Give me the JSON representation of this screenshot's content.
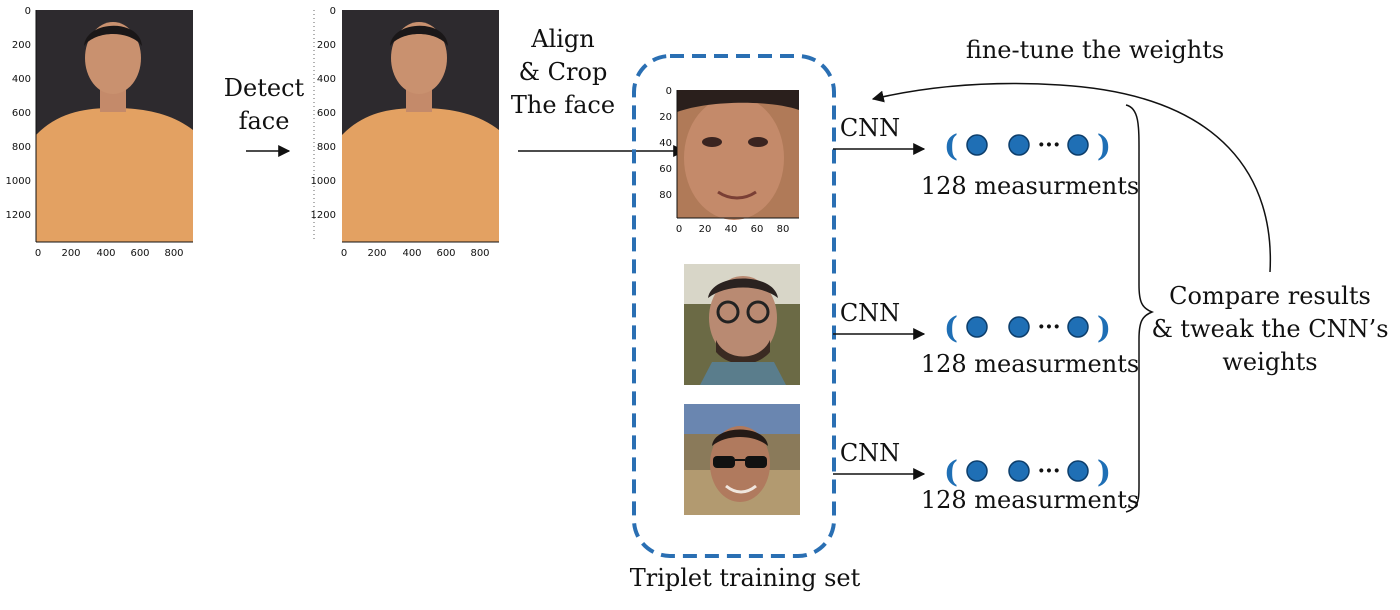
{
  "steps": {
    "detect_label_line1": "Detect",
    "detect_label_line2": "face",
    "align_label_line1": "Align",
    "align_label_line2": "& Crop",
    "align_label_line3": "The face"
  },
  "plots": {
    "large_y_ticks": [
      "0",
      "200",
      "400",
      "600",
      "800",
      "1000",
      "1200"
    ],
    "large_x_ticks": [
      "0",
      "200",
      "400",
      "600",
      "800"
    ],
    "crop_y_ticks": [
      "0",
      "20",
      "40",
      "60",
      "80"
    ],
    "crop_x_ticks": [
      "0",
      "20",
      "40",
      "60",
      "80"
    ]
  },
  "network": {
    "cnn_label": "CNN",
    "measurements_label": "128 measurments",
    "ellipsis": "···"
  },
  "training": {
    "triplet_label": "Triplet training set",
    "fine_tune_label": "fine-tune the weights",
    "compare_line1": "Compare results",
    "compare_line2": "& tweak the CNN’s",
    "compare_line3": "weights"
  },
  "colors": {
    "accent_blue": "#1f6fb5",
    "dashed_border": "#2a6fb3",
    "shirt": "#e3a162",
    "background_dark": "#2d2a2e",
    "skin": "#c48a6a"
  }
}
